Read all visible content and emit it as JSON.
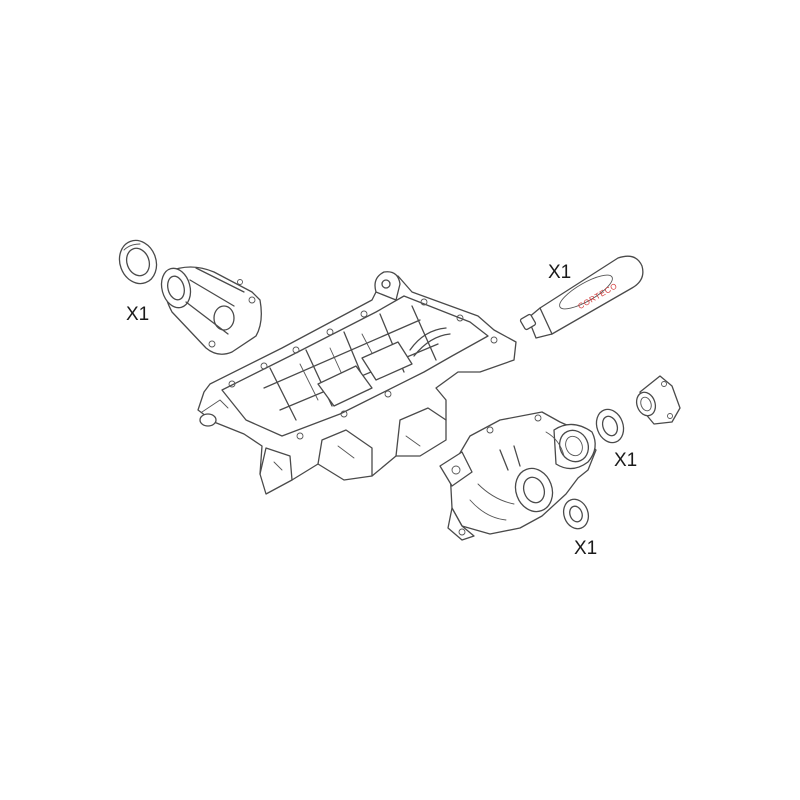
{
  "labels": {
    "pinion_seal_qty": "X1",
    "sealant_qty": "X1",
    "side_seal_qty": "X1",
    "axle_seal_qty": "X1"
  },
  "sealant": {
    "brand": "CORTECO",
    "brand_color": "#d23c3c"
  },
  "colors": {
    "line": "#4a4a4a",
    "background": "#ffffff"
  }
}
